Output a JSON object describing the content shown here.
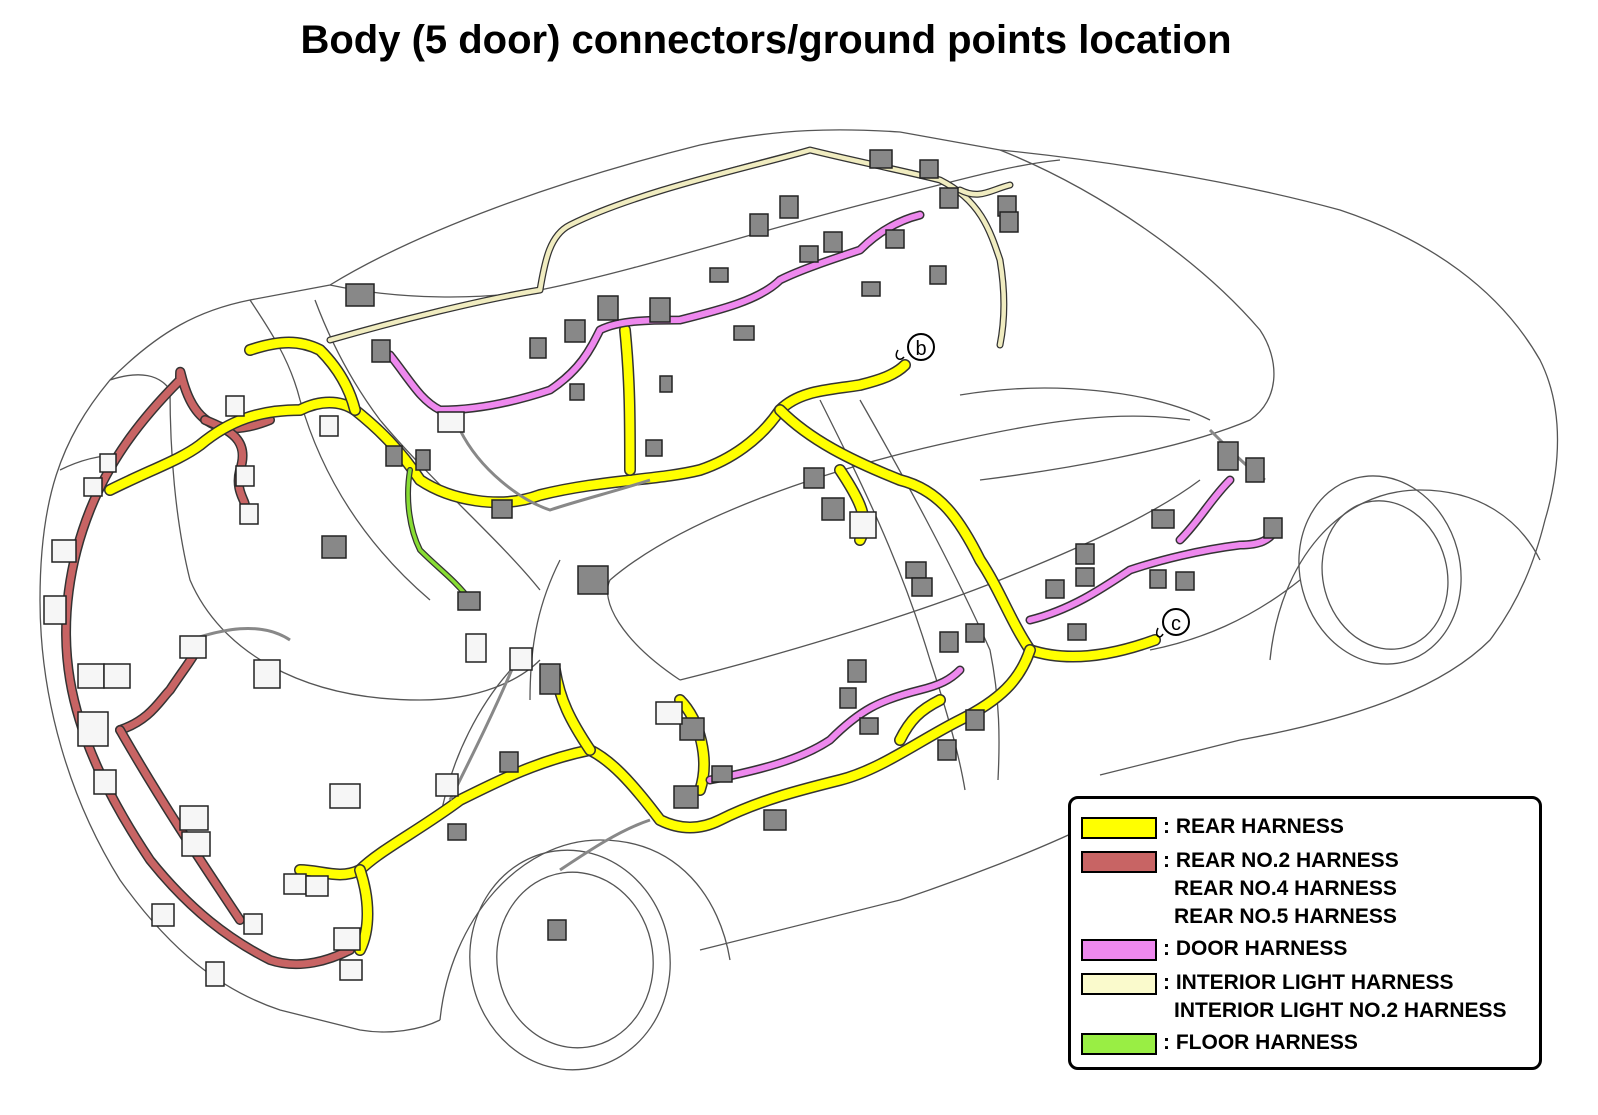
{
  "title": "Body (5 door) connectors/ground points location",
  "callouts": {
    "b": "b",
    "c": "c"
  },
  "legend": [
    {
      "color": "#ffff00",
      "labels": [
        ": REAR HARNESS"
      ]
    },
    {
      "color": "#c86464",
      "labels": [
        ": REAR NO.2 HARNESS",
        "REAR NO.4 HARNESS",
        "REAR NO.5 HARNESS"
      ]
    },
    {
      "color": "#ee88ee",
      "labels": [
        ": DOOR HARNESS"
      ]
    },
    {
      "color": "#fafacc",
      "labels": [
        ": INTERIOR LIGHT HARNESS",
        "INTERIOR LIGHT NO.2 HARNESS"
      ]
    },
    {
      "color": "#99ee44",
      "labels": [
        ": FLOOR HARNESS"
      ]
    }
  ],
  "colors": {
    "rear": "#ffff00",
    "rear_no2": "#c86464",
    "door": "#ee88ee",
    "interior": "#f0ecc0",
    "floor": "#88dd33",
    "connector_gray": "#888888",
    "connector_white": "#f6f6f6"
  }
}
